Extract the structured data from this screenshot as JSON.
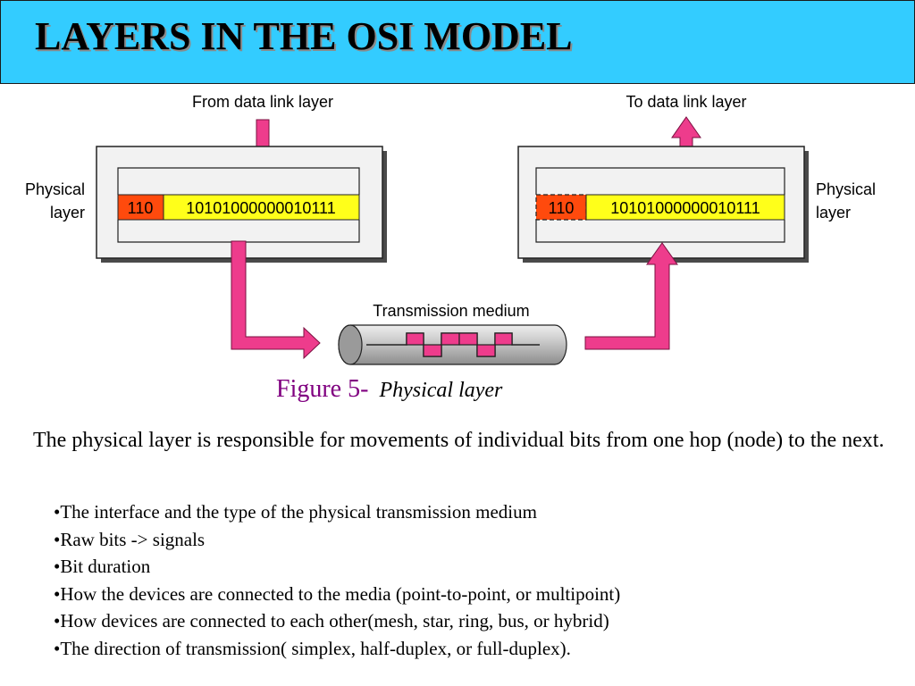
{
  "title": "LAYERS IN THE OSI MODEL",
  "diagram": {
    "sender_top_label": "From data link layer",
    "receiver_top_label": "To data link layer",
    "left_layer_label_line1": "Physical",
    "left_layer_label_line2": "layer",
    "right_layer_label_line1": "Physical",
    "right_layer_label_line2": "layer",
    "header_bits": "110",
    "data_bits": "10101000000010111",
    "medium_label": "Transmission medium",
    "colors": {
      "header_fill": "#ff4a0d",
      "data_fill": "#ffff1a",
      "arrow_fill": "#ee3c8c",
      "box_fill": "#f2f2f2",
      "medium_fill": "#b8b8b8"
    }
  },
  "figure": {
    "number": "Figure 5-",
    "title": "Physical layer"
  },
  "intro": "The physical layer is responsible for movements of individual bits from one hop (node) to the next.",
  "bullets": [
    "•The interface and the type of the physical transmission medium",
    "•Raw bits -> signals",
    "•Bit duration",
    "•How the devices are connected to the media (point-to-point, or multipoint)",
    "•How devices are connected to each other(mesh, star, ring, bus, or hybrid)",
    "•The direction of transmission( simplex, half-duplex, or full-duplex)."
  ]
}
